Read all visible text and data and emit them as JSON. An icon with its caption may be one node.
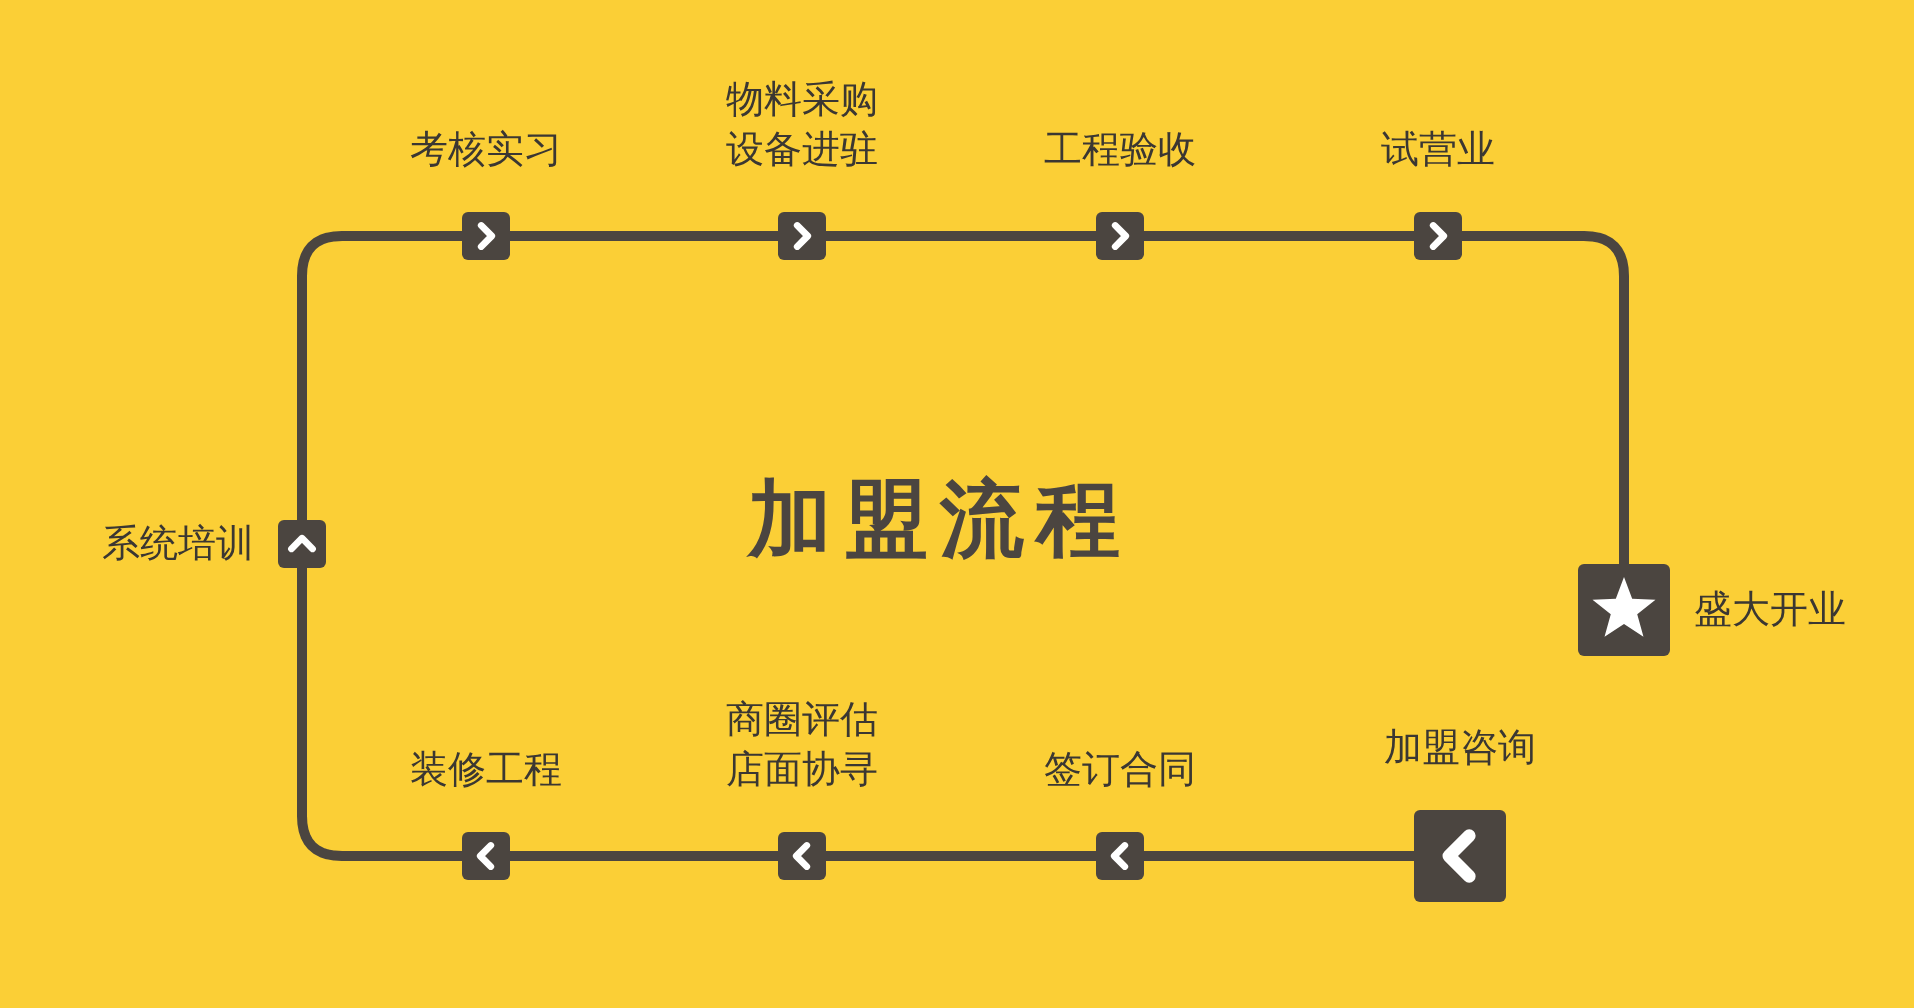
{
  "diagram": {
    "title": "加盟流程",
    "nodes": [
      {
        "text": [
          "加盟咨询"
        ]
      },
      {
        "text": [
          "签订合同"
        ]
      },
      {
        "text": [
          "商圈评估店面协寻"
        ]
      },
      {
        "text": [
          "装修工程"
        ]
      },
      {
        "text": [
          "系统培训"
        ]
      },
      {
        "text": [
          "考核实习"
        ]
      },
      {
        "text": [
          "物料采购设备进驻"
        ]
      },
      {
        "text": [
          "工程验收"
        ]
      },
      {
        "text": [
          "试营业"
        ]
      },
      {
        "text": [
          "盛大开业"
        ]
      }
    ],
    "edges": [
      {
        "from": 0,
        "to": 1,
        "arrow": "none"
      },
      {
        "from": 1,
        "to": 2,
        "arrow": "none"
      },
      {
        "from": 2,
        "to": 3,
        "arrow": "none"
      },
      {
        "from": 3,
        "to": 4,
        "arrow": "none"
      },
      {
        "from": 4,
        "to": 5,
        "arrow": "none"
      },
      {
        "from": 5,
        "to": 6,
        "arrow": "none"
      },
      {
        "from": 6,
        "to": 7,
        "arrow": "none"
      },
      {
        "from": 7,
        "to": 8,
        "arrow": "none"
      },
      {
        "from": 8,
        "to": 9,
        "arrow": "none"
      }
    ]
  }
}
